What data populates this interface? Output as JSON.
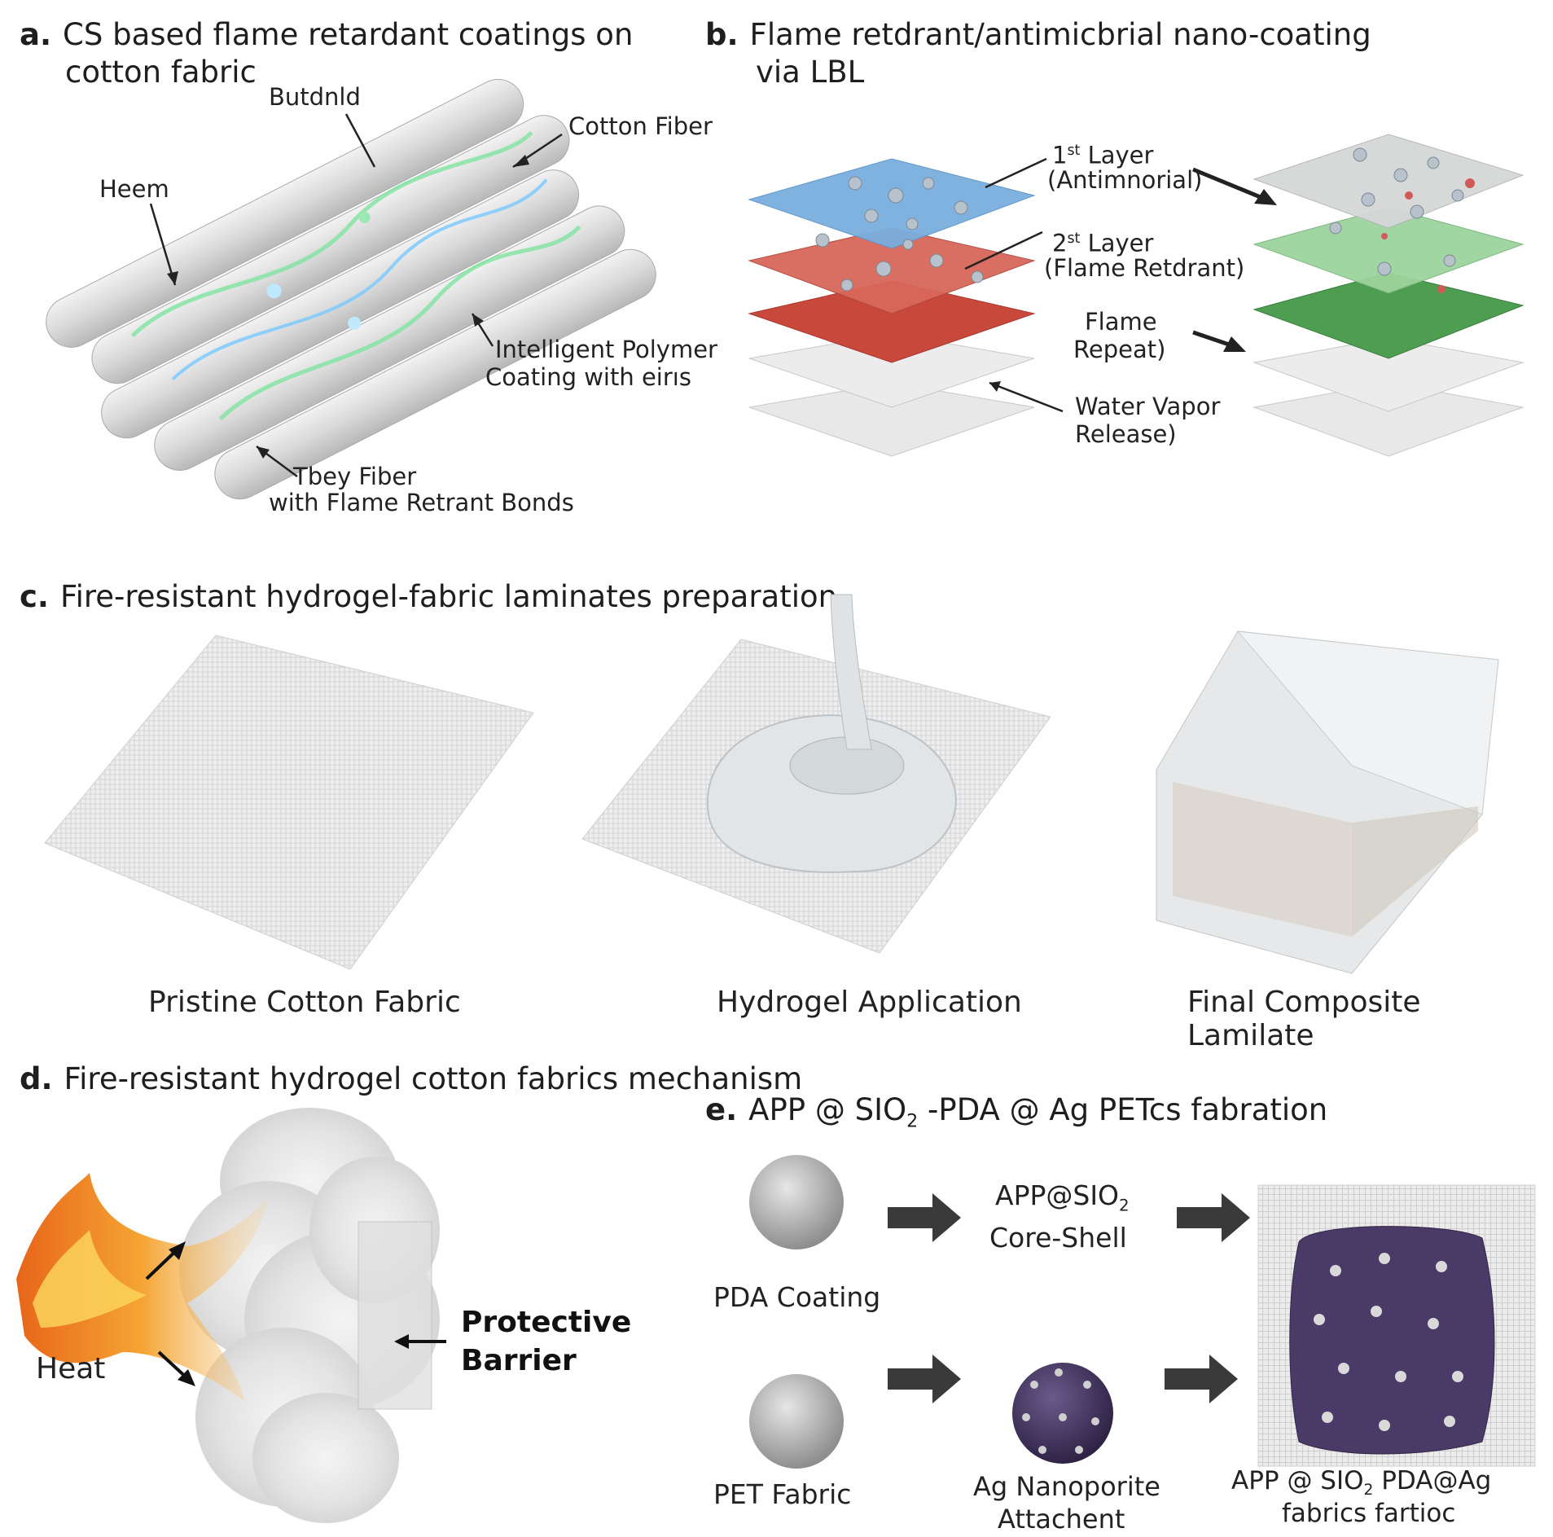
{
  "panel_a": {
    "letter": "a.",
    "title_line1": "CS based flame retardant coatings on",
    "title_line2": "cotton fabric",
    "labels": {
      "butdnld": "Butdnld",
      "cotton_fiber": "Cotton Fiber",
      "heem": "Heem",
      "polymer_line1": "Intelligent Polymer",
      "polymer_line2": "Coating with eirıs",
      "tbey_line1": "Tbey Fiber",
      "tbey_line2": "with Flame Retrant Bonds"
    }
  },
  "panel_b": {
    "letter": "b.",
    "title_line1": "Flame retdrant/antimicbrial nano-coating",
    "title_line2": "via LBL",
    "labels": {
      "layer1_num": "1",
      "layer1_sup": "st",
      "layer1_word": "Layer",
      "layer1_desc": "(Antimnorial)",
      "layer2_num": "2",
      "layer2_sup": "st",
      "layer2_word": "Layer",
      "layer2_desc": "(Flame Retdrant)",
      "flame_line1": "Flame",
      "flame_line2": "Repeat)",
      "water_line1": "Water Vapor",
      "water_line2": "Release)"
    }
  },
  "panel_c": {
    "letter": "c.",
    "title": "Fire-resistant hydrogel-fabric laminates preparation",
    "captions": {
      "pristine": "Pristine Cotton Fabric",
      "hydrogel": "Hydrogel Application",
      "final": "Final Composite Lamilate"
    }
  },
  "panel_d": {
    "letter": "d.",
    "title": "Fire-resistant hydrogel cotton fabrics mechanism",
    "labels": {
      "heat": "Heat",
      "barrier_line1": "Protective",
      "barrier_line2": "Barrier"
    }
  },
  "panel_e": {
    "letter": "e.",
    "title_a": "APP @ SIO",
    "title_sub": "2",
    "title_b": " -PDA @ Ag PETcs fabration",
    "labels": {
      "pda_coating": "PDA Coating",
      "core_a": "APP@SIO",
      "core_sub": "2",
      "core_line2": "Core-Shell",
      "pet_fabric": "PET Fabric",
      "ag_line1": "Ag Nanoporite",
      "ag_line2": "Attachent",
      "final_a": "APP @ SIO",
      "final_sub": "2",
      "final_b": " PDA@Ag",
      "final_line2": "fabrics fartioc"
    }
  },
  "colors": {
    "blue_layer": "#7aaede",
    "red_layer": "#c8483c",
    "green_light": "#9cd39c",
    "green_dark": "#4e9e52",
    "purple": "#4a3a68",
    "flame": "#f39a2a"
  }
}
